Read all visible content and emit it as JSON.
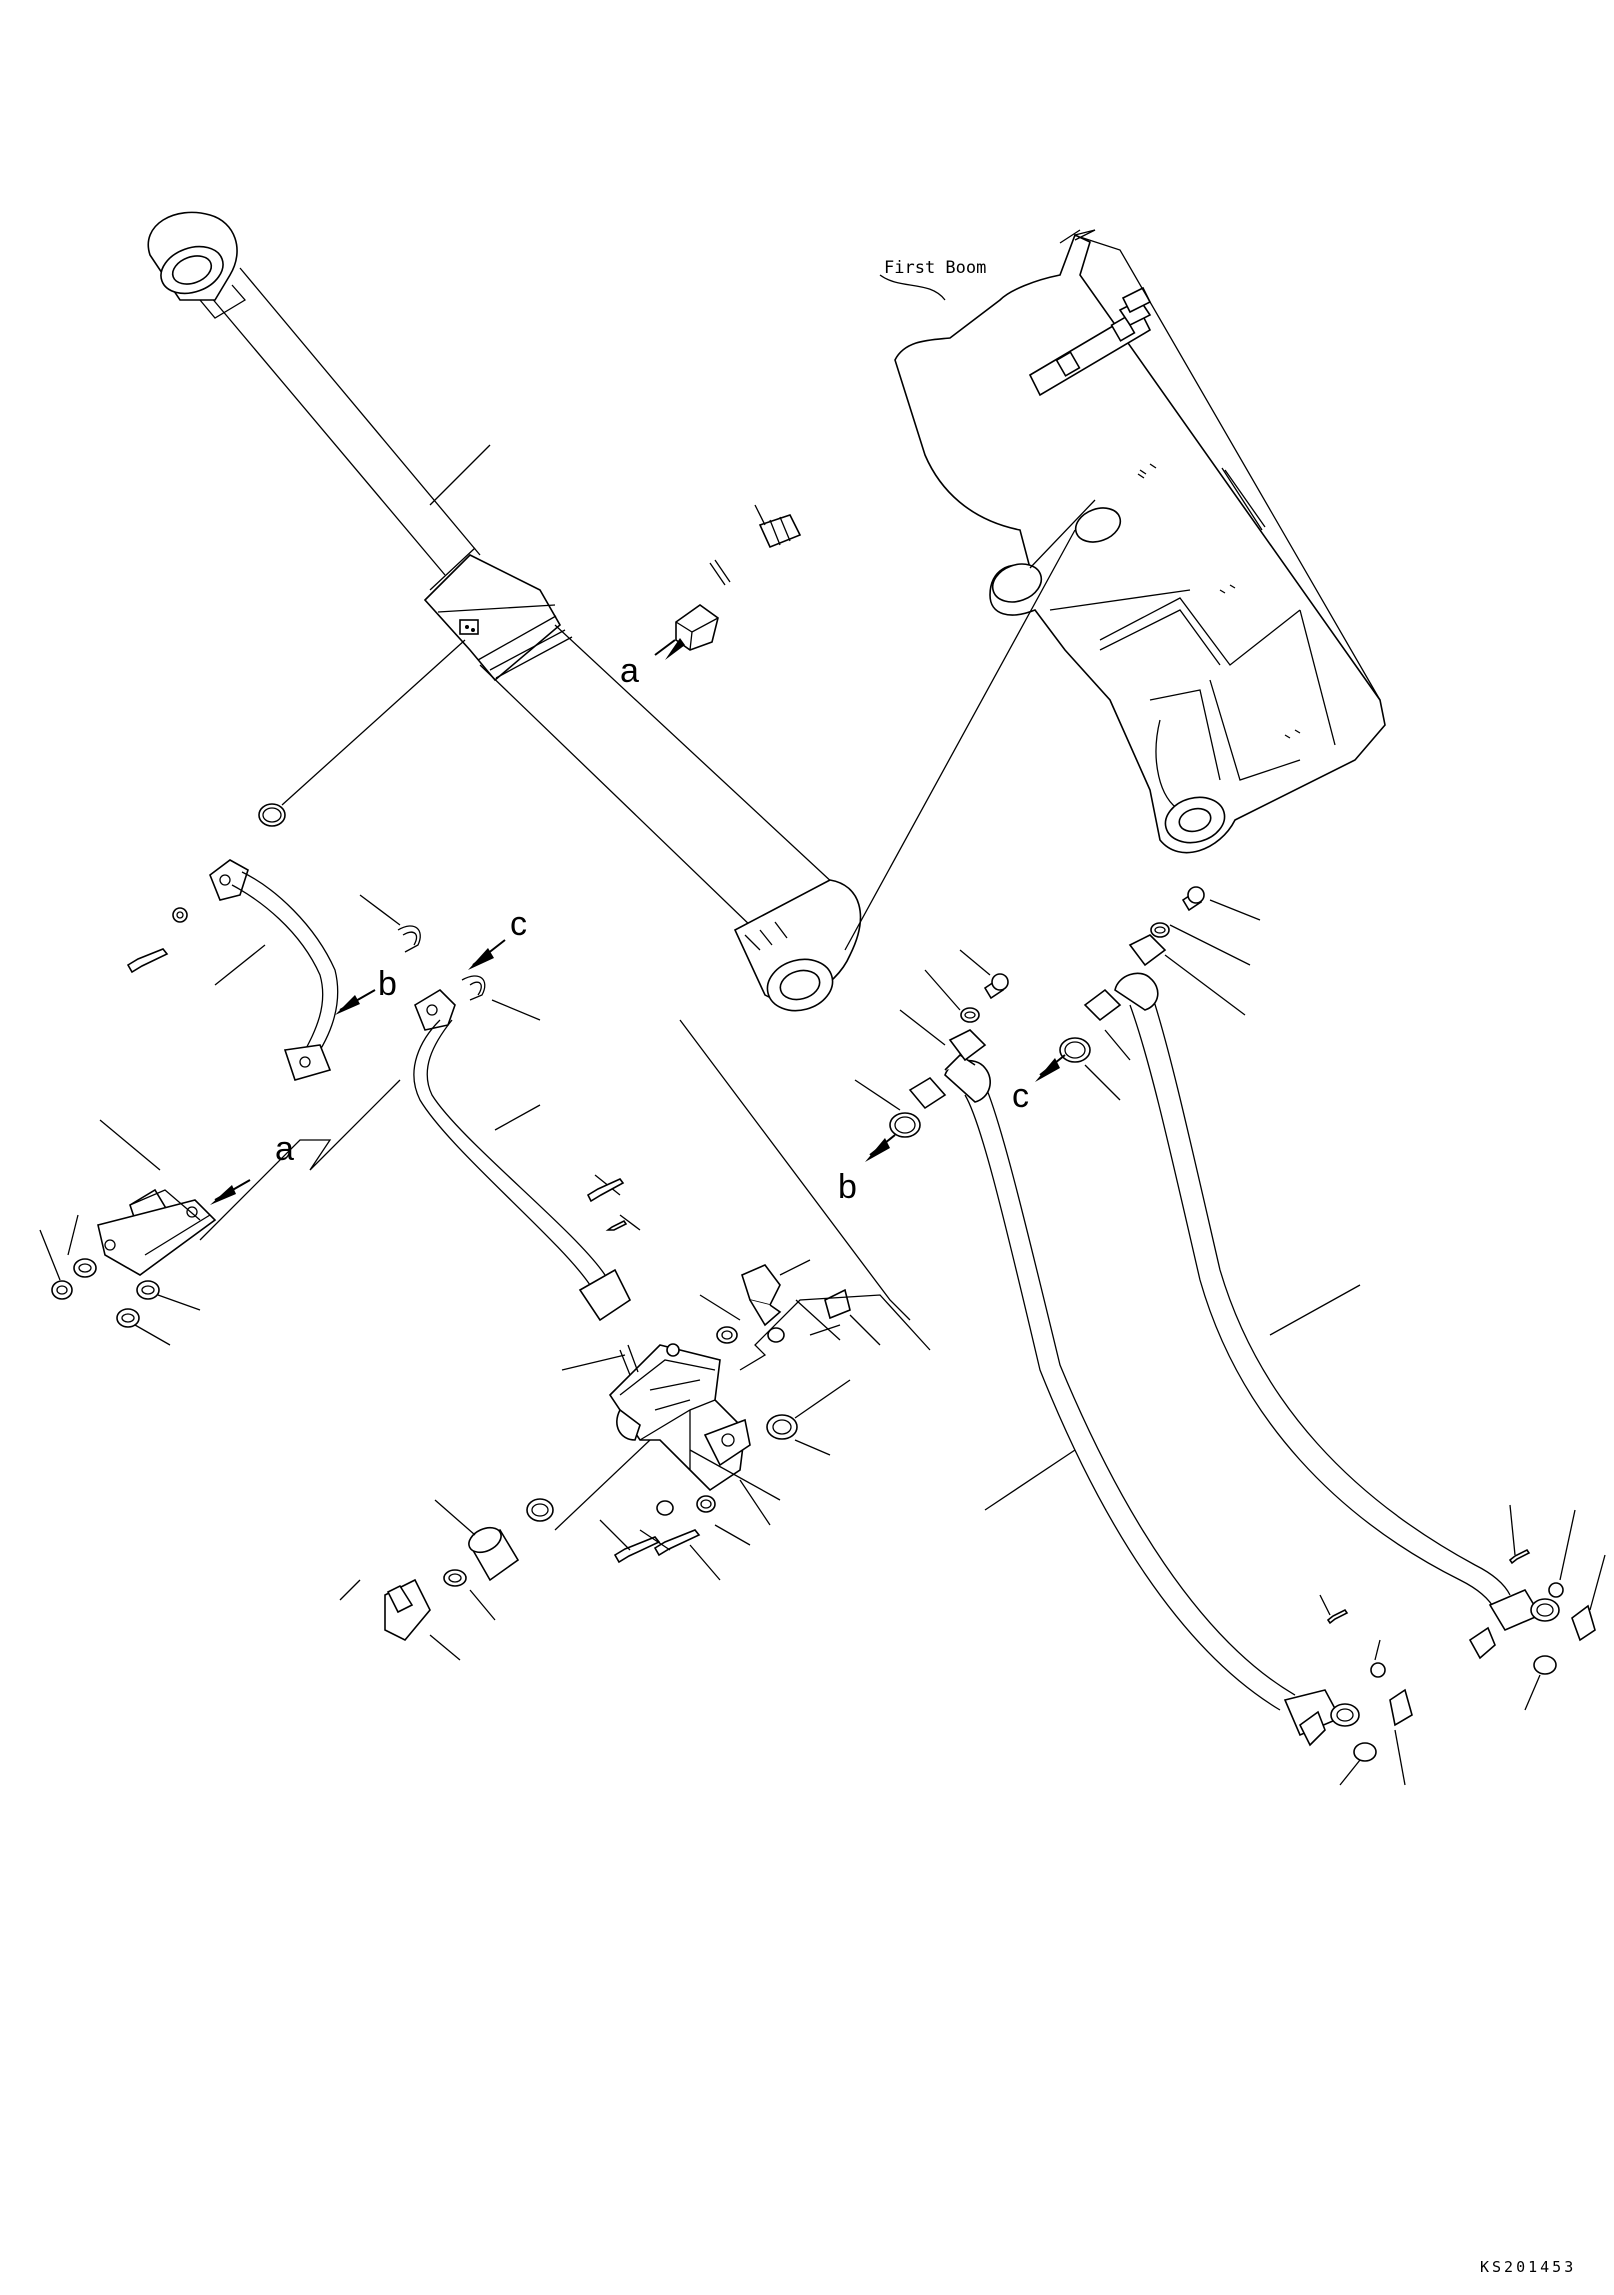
{
  "diagram": {
    "boom_label": "First Boom",
    "drawing_code": "KS201453",
    "letters": {
      "a_upper": "a",
      "a_lower": "a",
      "b_left": "b",
      "b_right": "b",
      "c_left": "c",
      "c_right": "c"
    }
  }
}
